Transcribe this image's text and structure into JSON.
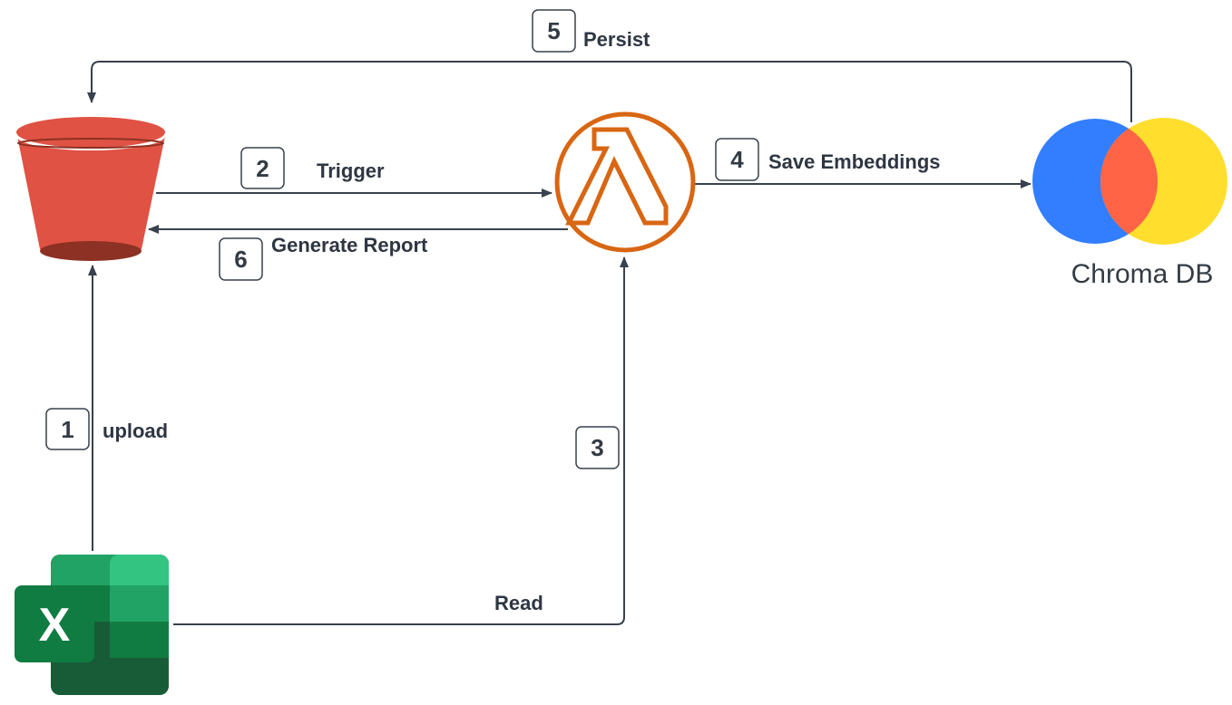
{
  "colors": {
    "connector": "#38414d",
    "bucket_red": "#e05243",
    "bucket_dark": "#8c3123",
    "lambda_orange": "#d86613",
    "chroma_blue": "#327eff",
    "chroma_red": "#ff6446",
    "chroma_yellow": "#ffde2d",
    "excel_green_dark": "#185c37",
    "excel_green": "#21a366",
    "excel_green_light": "#33c481",
    "excel_badge": "#107c41"
  },
  "nodes": {
    "s3": {
      "icon": "s3-bucket-icon"
    },
    "lambda": {
      "icon": "lambda-icon"
    },
    "chroma": {
      "icon": "chroma-db-icon",
      "label": "Chroma DB"
    },
    "excel": {
      "icon": "excel-icon",
      "letter": "X"
    }
  },
  "steps": [
    {
      "number": "1",
      "label": "upload"
    },
    {
      "number": "2",
      "label": "Trigger"
    },
    {
      "number": "3",
      "label": "Read"
    },
    {
      "number": "4",
      "label": "Save Embeddings"
    },
    {
      "number": "5",
      "label": "Persist"
    },
    {
      "number": "6",
      "label": "Generate Report"
    }
  ]
}
